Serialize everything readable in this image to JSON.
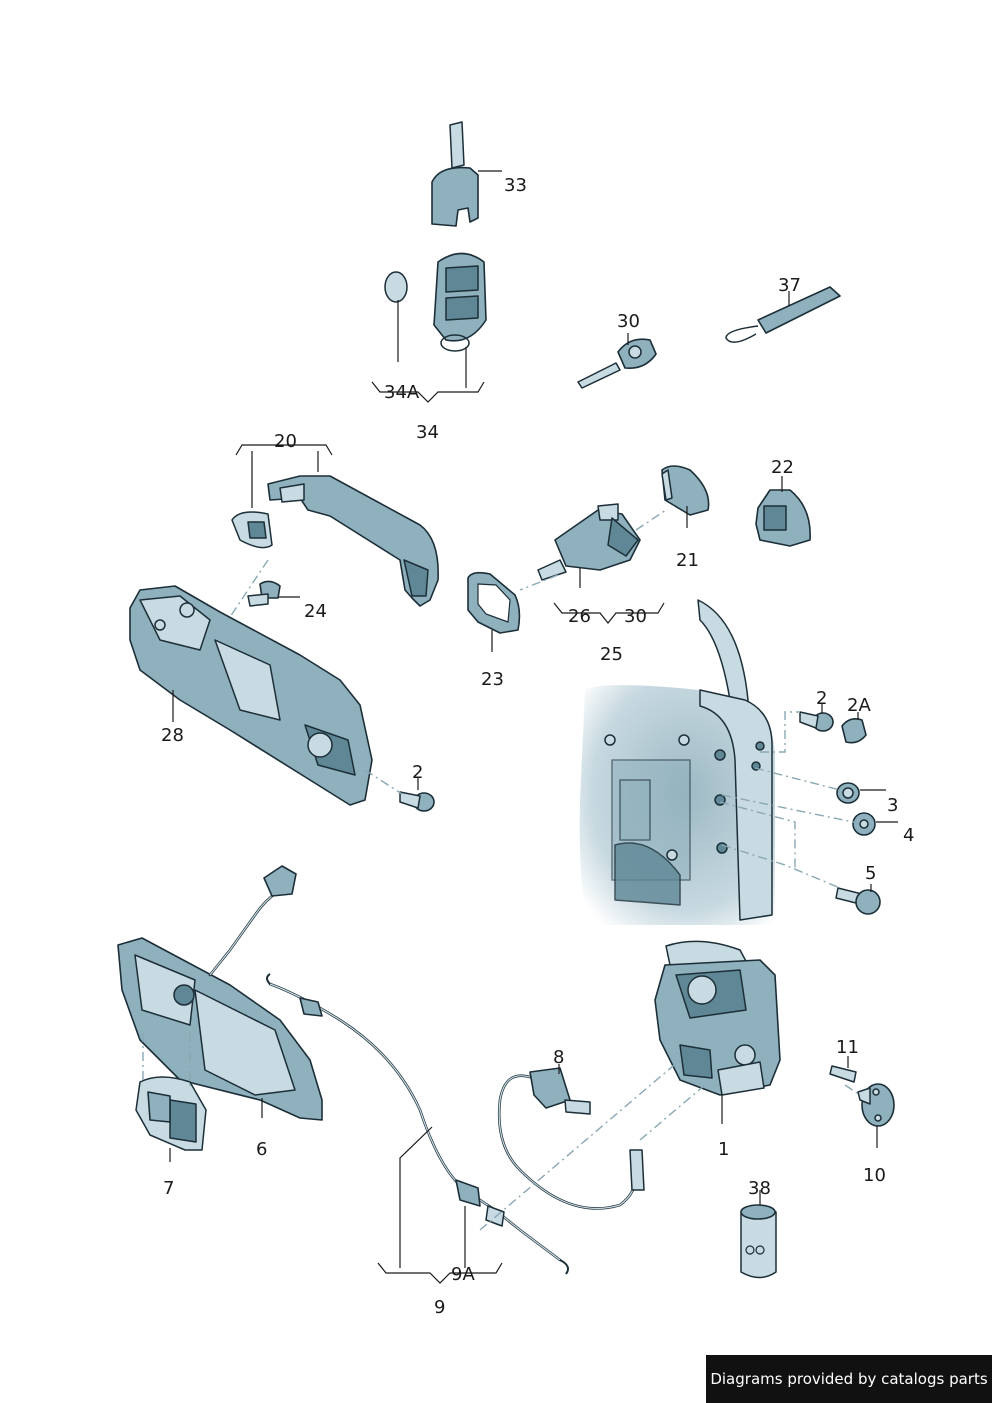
{
  "callouts": {
    "n33": "33",
    "n34A": "34A",
    "n34": "34",
    "n30a": "30",
    "n37": "37",
    "n20": "20",
    "n21": "21",
    "n22": "22",
    "n24": "24",
    "n23": "23",
    "n26": "26",
    "n30b": "30",
    "n25": "25",
    "n28": "28",
    "n2a": "2",
    "n2b": "2",
    "n2A": "2A",
    "n3": "3",
    "n4": "4",
    "n5": "5",
    "n8": "8",
    "n11": "11",
    "n1": "1",
    "n10": "10",
    "n6": "6",
    "n7": "7",
    "n38": "38",
    "n9A": "9A",
    "n9": "9"
  },
  "footer": {
    "credit": "Diagrams provided by catalogs parts"
  },
  "colors": {
    "part_fill": "#8fb0bd",
    "part_light": "#c9dbe2",
    "outline": "#1c2f38",
    "banner_bg": "#111111"
  }
}
